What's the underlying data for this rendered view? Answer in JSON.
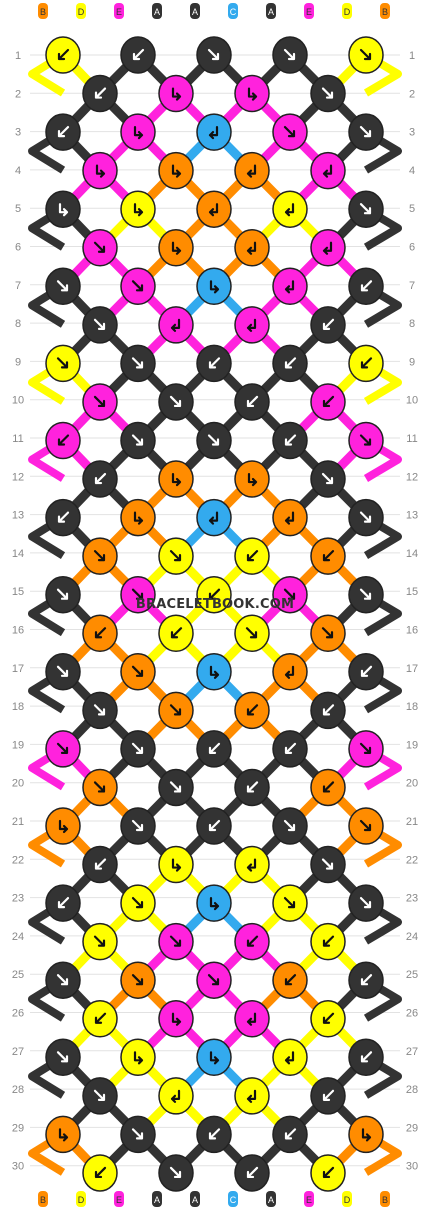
{
  "watermark": "BRACELETBOOK.COM",
  "colors": {
    "A": "#333333",
    "B": "#ff8c00",
    "C": "#33aaee",
    "D": "#ffff00",
    "E": "#ff22dd"
  },
  "strings": [
    "B",
    "D",
    "E",
    "A",
    "A",
    "C",
    "A",
    "E",
    "D",
    "B"
  ],
  "row_labels": [
    "1",
    "2",
    "3",
    "4",
    "5",
    "6",
    "7",
    "8",
    "9",
    "10",
    "11",
    "12",
    "13",
    "14",
    "15",
    "16",
    "17",
    "18",
    "19",
    "20",
    "21",
    "22",
    "23",
    "24",
    "25",
    "26",
    "27",
    "28",
    "29",
    "30"
  ],
  "knot_directions": [
    [
      "SW",
      "SW",
      "SE",
      "SE",
      "SE"
    ],
    [
      "SW",
      "BL",
      "BL",
      "SE"
    ],
    [
      "SW",
      "BL",
      "BR",
      "SE",
      "SE"
    ],
    [
      "BL",
      "BL",
      "BR",
      "BR"
    ],
    [
      "BL",
      "BL",
      "BR",
      "BR",
      "SE"
    ],
    [
      "SE",
      "BL",
      "BR",
      "BR"
    ],
    [
      "SE",
      "SE",
      "BL",
      "BR",
      "SW"
    ],
    [
      "SE",
      "BR",
      "BR",
      "SW"
    ],
    [
      "SE",
      "SE",
      "SW",
      "SW",
      "SW"
    ],
    [
      "SE",
      "SE",
      "SW",
      "SW"
    ],
    [
      "SW",
      "SE",
      "SE",
      "SW",
      "SE"
    ],
    [
      "SW",
      "BL",
      "BL",
      "SE"
    ],
    [
      "SW",
      "BL",
      "BR",
      "BR",
      "SE"
    ],
    [
      "SE",
      "SE",
      "SW",
      "SW"
    ],
    [
      "SE",
      "SE",
      "SW",
      "SE",
      "SE"
    ],
    [
      "SW",
      "SW",
      "SE",
      "SE"
    ],
    [
      "SE",
      "SE",
      "BL",
      "BR",
      "SW"
    ],
    [
      "SE",
      "SE",
      "SW",
      "SW"
    ],
    [
      "SE",
      "SE",
      "SW",
      "SW",
      "SE"
    ],
    [
      "SE",
      "SE",
      "SW",
      "SW"
    ],
    [
      "BL",
      "SE",
      "SW",
      "SE",
      "SE"
    ],
    [
      "SW",
      "BL",
      "BR",
      "SE"
    ],
    [
      "SW",
      "SE",
      "BL",
      "SE",
      "SE"
    ],
    [
      "SE",
      "SE",
      "SW",
      "SW"
    ],
    [
      "SE",
      "SE",
      "SE",
      "SW",
      "SW"
    ],
    [
      "SW",
      "BL",
      "BR",
      "SW"
    ],
    [
      "SE",
      "BL",
      "BL",
      "BR",
      "SW"
    ],
    [
      "SE",
      "BR",
      "BR",
      "SW"
    ],
    [
      "BL",
      "SE",
      "SW",
      "SW",
      "BL"
    ],
    [
      "SW",
      "SE",
      "SW",
      "SW"
    ]
  ],
  "knot_colors": [
    [
      "D",
      "A",
      "A",
      "A",
      "D"
    ],
    [
      "A",
      "E",
      "E",
      "A"
    ],
    [
      "A",
      "E",
      "C",
      "E",
      "A"
    ],
    [
      "E",
      "B",
      "B",
      "E"
    ],
    [
      "A",
      "D",
      "B",
      "D",
      "A"
    ],
    [
      "E",
      "B",
      "B",
      "E"
    ],
    [
      "A",
      "E",
      "C",
      "E",
      "A"
    ],
    [
      "A",
      "E",
      "E",
      "A"
    ],
    [
      "D",
      "A",
      "A",
      "A",
      "D"
    ],
    [
      "E",
      "A",
      "A",
      "E"
    ],
    [
      "E",
      "A",
      "A",
      "A",
      "E"
    ],
    [
      "A",
      "B",
      "B",
      "A"
    ],
    [
      "A",
      "B",
      "C",
      "B",
      "A"
    ],
    [
      "B",
      "D",
      "D",
      "B"
    ],
    [
      "A",
      "E",
      "D",
      "E",
      "A"
    ],
    [
      "B",
      "D",
      "D",
      "B"
    ],
    [
      "A",
      "B",
      "C",
      "B",
      "A"
    ],
    [
      "A",
      "B",
      "B",
      "A"
    ],
    [
      "E",
      "A",
      "A",
      "A",
      "E"
    ],
    [
      "B",
      "A",
      "A",
      "B"
    ],
    [
      "B",
      "A",
      "A",
      "A",
      "B"
    ],
    [
      "A",
      "D",
      "D",
      "A"
    ],
    [
      "A",
      "D",
      "C",
      "D",
      "A"
    ],
    [
      "D",
      "E",
      "E",
      "D"
    ],
    [
      "A",
      "B",
      "E",
      "B",
      "A"
    ],
    [
      "D",
      "E",
      "E",
      "D"
    ],
    [
      "A",
      "D",
      "C",
      "D",
      "A"
    ],
    [
      "A",
      "D",
      "D",
      "A"
    ],
    [
      "B",
      "A",
      "A",
      "A",
      "B"
    ],
    [
      "D",
      "A",
      "A",
      "D"
    ]
  ]
}
